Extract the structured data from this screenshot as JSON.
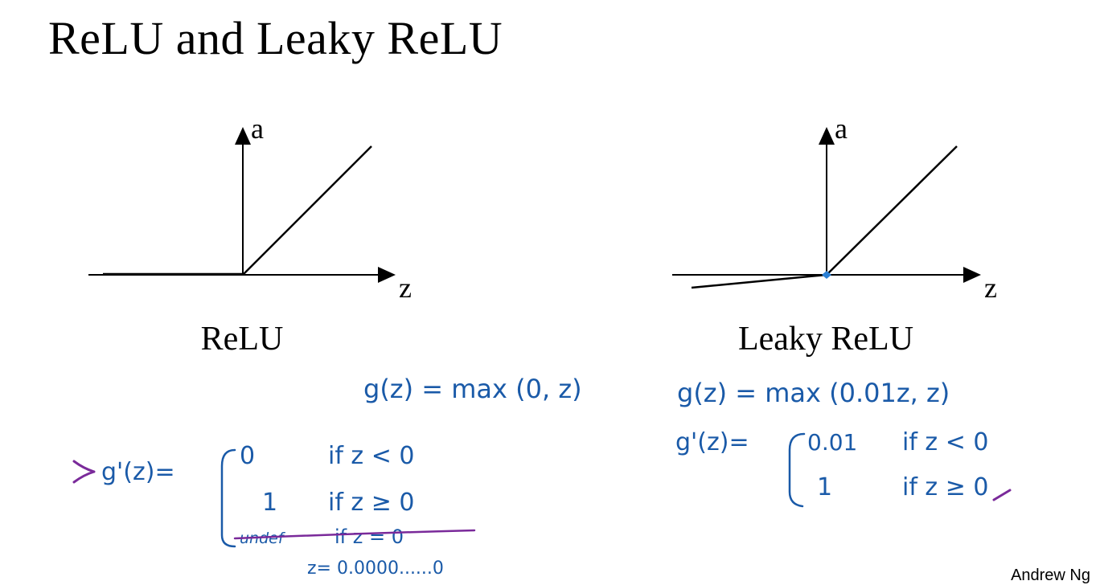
{
  "title": "ReLU and Leaky ReLU",
  "author": "Andrew Ng",
  "colors": {
    "ink_blue": "#1a5aa8",
    "ink_purple": "#7a2a9a",
    "point_blue": "#2a7fd4"
  },
  "relu": {
    "caption": "ReLU",
    "y_axis_label": "a",
    "x_axis_label": "z",
    "notes": {
      "function": "g(z) = max (0, z)",
      "derivative_lhs": "g'(z)=",
      "case1_value": "0",
      "case1_cond": "if z < 0",
      "case2_value": "1",
      "case2_cond": "if z ≥ 0",
      "case3_value": "undef",
      "case3_cond": "if z = 0",
      "footnote": "z= 0.0000......0"
    }
  },
  "leaky_relu": {
    "caption": "Leaky ReLU",
    "y_axis_label": "a",
    "x_axis_label": "z",
    "notes": {
      "function": "g(z) = max (0.01z, z)",
      "derivative_lhs": "g'(z)=",
      "case1_value": "0.01",
      "case1_cond": "if z < 0",
      "case2_value": "1",
      "case2_cond": "if z ≥ 0"
    }
  }
}
